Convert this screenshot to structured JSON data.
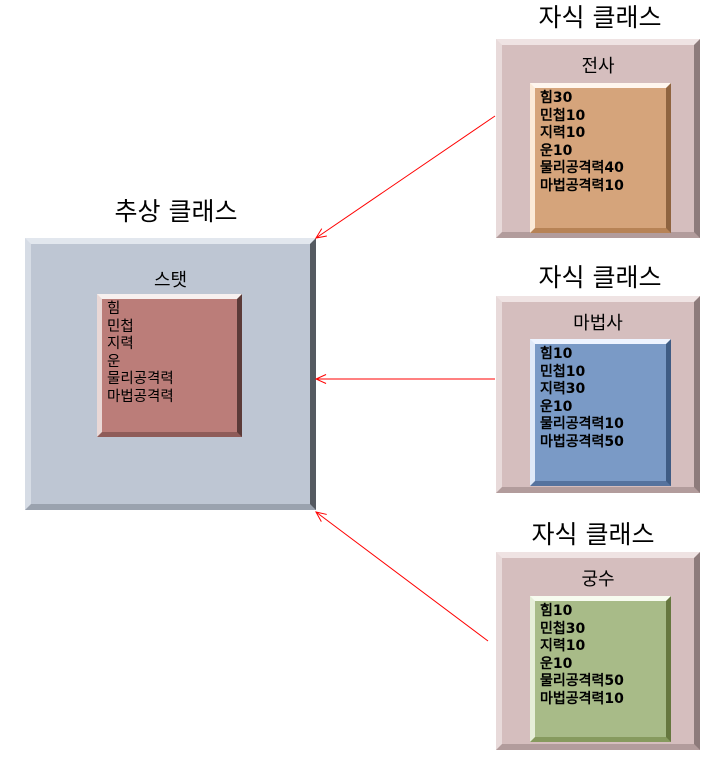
{
  "abstract": {
    "caption": "추상 클래스",
    "title": "스탯",
    "stats": [
      "힘",
      "민첩",
      "지력",
      "운",
      "물리공격력",
      "마법공격력"
    ]
  },
  "children": [
    {
      "caption": "자식 클래스",
      "title": "전사",
      "stats": [
        "힘30",
        "민첩10",
        "지력10",
        "운10",
        "물리공격력40",
        "마법공격력10"
      ]
    },
    {
      "caption": "자식 클래스",
      "title": "마법사",
      "stats": [
        "힘10",
        "민첩10",
        "지력30",
        "운10",
        "물리공격력10",
        "마법공격력50"
      ]
    },
    {
      "caption": "자식 클래스",
      "title": "궁수",
      "stats": [
        "힘10",
        "민첩30",
        "지력10",
        "운10",
        "물리공격력50",
        "마법공격력10"
      ]
    }
  ],
  "colors": {
    "arrow": "#ff0000",
    "abstract_frame": "#bec6d3",
    "child_frame": "#d5bebe",
    "abstract_inner": "#bb7d79",
    "warrior_inner": "#d5a47b",
    "mage_inner": "#7a9ac6",
    "archer_inner": "#a8bb88"
  }
}
